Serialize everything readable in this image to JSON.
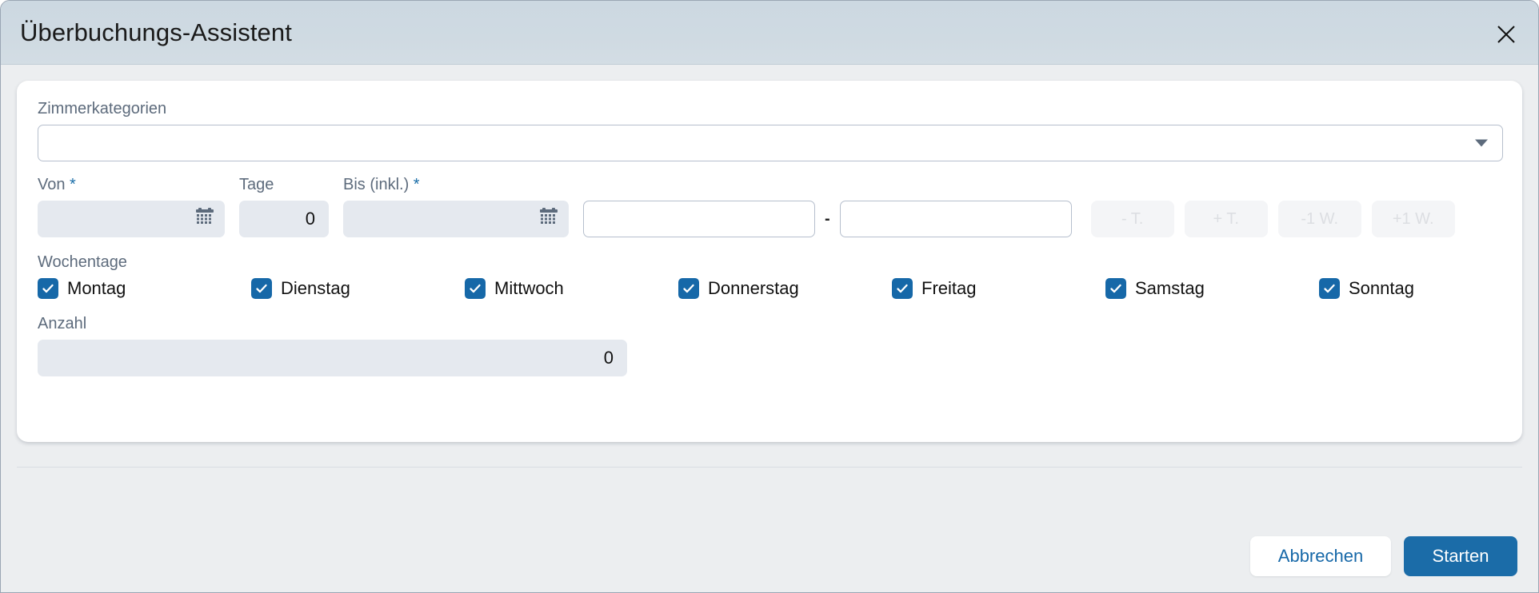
{
  "dialog": {
    "title": "Überbuchungs-Assistent",
    "close_icon": "close-icon"
  },
  "form": {
    "category": {
      "label": "Zimmerkategorien",
      "value": "",
      "placeholder": "",
      "caret_icon": "chevron-down-icon"
    },
    "von": {
      "label": "Von",
      "required_mark": "*",
      "value": "",
      "icon": "calendar-icon"
    },
    "tage": {
      "label": "Tage",
      "value": "0"
    },
    "bis": {
      "label": "Bis (inkl.)",
      "required_mark": "*",
      "value": "",
      "icon": "calendar-icon"
    },
    "range": {
      "from_value": "",
      "from_placeholder": "",
      "separator": "-",
      "to_value": "",
      "to_placeholder": ""
    },
    "nudge_buttons": [
      {
        "label": "- T."
      },
      {
        "label": "+ T."
      },
      {
        "label": "-1 W."
      },
      {
        "label": "+1 W."
      }
    ],
    "weekdays": {
      "label": "Wochentage",
      "items": [
        {
          "label": "Montag",
          "checked": true
        },
        {
          "label": "Dienstag",
          "checked": true
        },
        {
          "label": "Mittwoch",
          "checked": true
        },
        {
          "label": "Donnerstag",
          "checked": true
        },
        {
          "label": "Freitag",
          "checked": true
        },
        {
          "label": "Samstag",
          "checked": true
        },
        {
          "label": "Sonntag",
          "checked": true
        }
      ]
    },
    "anzahl": {
      "label": "Anzahl",
      "value": "0"
    }
  },
  "footer": {
    "cancel_label": "Abbrechen",
    "start_label": "Starten"
  },
  "colors": {
    "header_bg": "#ccd8e1",
    "body_bg": "#eceef0",
    "card_bg": "#ffffff",
    "accent_blue": "#1b6ca8",
    "checkbox_blue": "#1668a8",
    "label_gray": "#5d6b7c",
    "disabled_input_bg": "#e5e9ef",
    "disabled_button_bg": "#f4f5f7",
    "disabled_button_text": "#dcdee2",
    "input_border": "#b6bfcd"
  }
}
